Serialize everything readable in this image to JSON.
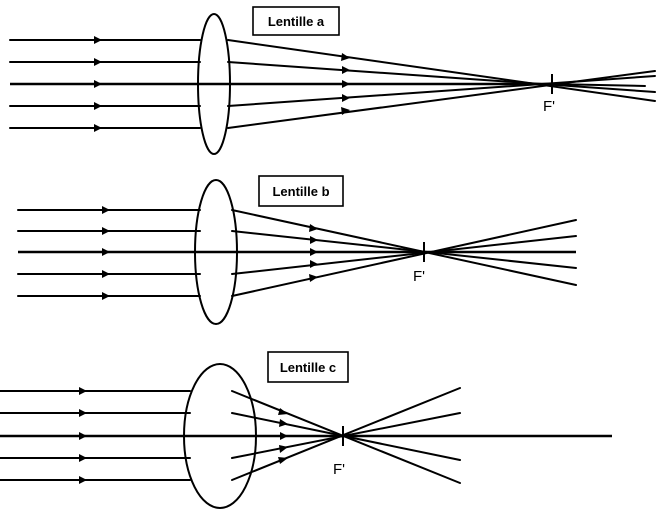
{
  "diagrams": [
    {
      "label": "Lentille a",
      "focal_label": "F'"
    },
    {
      "label": "Lentille b",
      "focal_label": "F'"
    },
    {
      "label": "Lentille c",
      "focal_label": "F'"
    }
  ]
}
